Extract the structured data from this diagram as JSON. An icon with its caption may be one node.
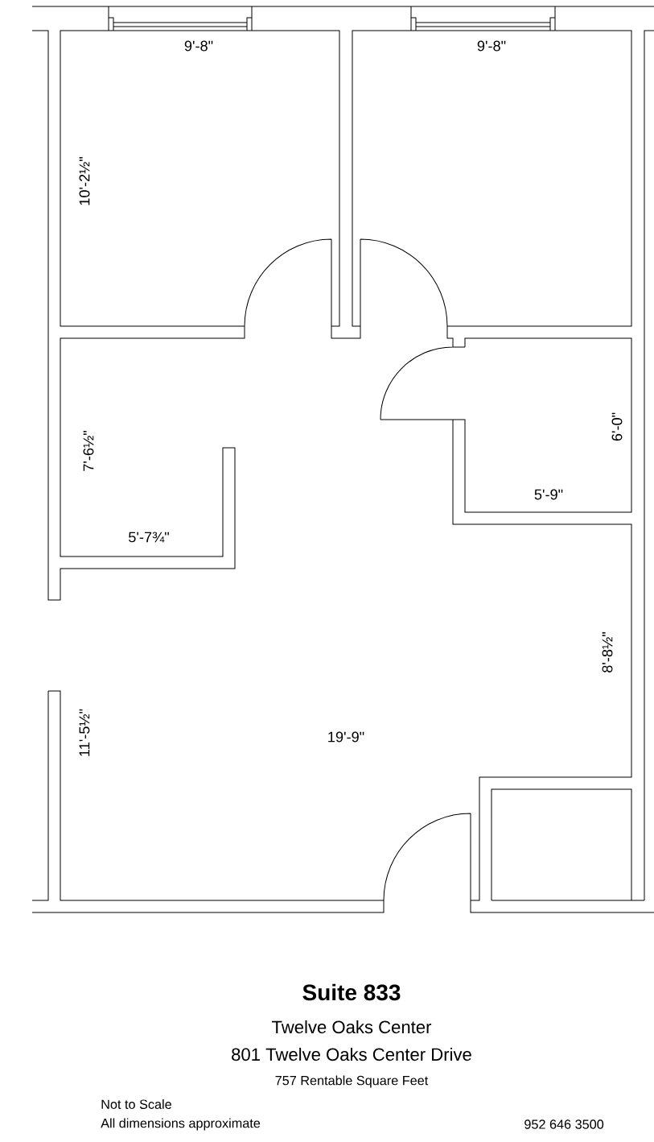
{
  "diagram": {
    "title": "Suite 833",
    "labels": [
      "9'-8\"",
      "9'-8\"",
      "10'-2½\"",
      "6'-0\"",
      "7'-6½\"",
      "5'-9\"",
      "5'-7¾\"",
      "8'-8½\"",
      "11'-5½\"",
      "19'-9\"",
      "Twelve Oaks Center",
      "801 Twelve Oaks Center Drive",
      "757 Rentable Square Feet",
      "Not to Scale",
      "All dimensions approximate",
      "952 646 3500"
    ]
  }
}
